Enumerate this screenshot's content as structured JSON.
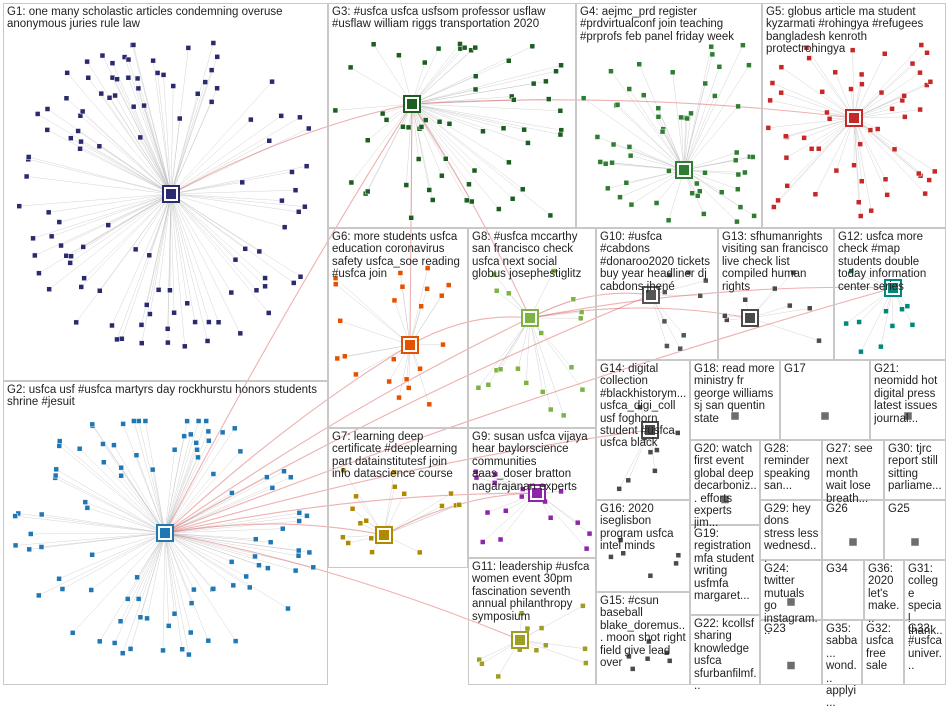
{
  "graph_title": "",
  "groups": [
    {
      "id": "G1",
      "label": "G1: one many scholastic articles condemning overuse anonymous juries rule law"
    },
    {
      "id": "G2",
      "label": "G2: usfca usf #usfca martyrs day rockhurstu honors students shrine #jesuit"
    },
    {
      "id": "G3",
      "label": "G3: #usfca usfca usfsom professor usflaw #usflaw william riggs transportation 2020"
    },
    {
      "id": "G4",
      "label": "G4: aejmc_prd register #prdvirtualconf join teaching #prprofs feb panel friday week"
    },
    {
      "id": "G5",
      "label": "G5: globus article ma student kyzarmati #rohingya #refugees bangladesh kenroth protectrohingya"
    },
    {
      "id": "G6",
      "label": "G6: more students usfca education coronavirus safety usfca_soe reading #usfca join"
    },
    {
      "id": "G7",
      "label": "G7: learning deep certificate #deeplearning part datainstitutesf join info datascience course"
    },
    {
      "id": "G8",
      "label": "G8: #usfca mccarthy san francisco check usfca next social globus josephestiglitz"
    },
    {
      "id": "G9",
      "label": "G9: susan usfca vijaya hear baylorscience communities aaas_doser bratton nagarajanan experts"
    },
    {
      "id": "G10",
      "label": "G10: #usfca #cabdons #donaroo2020 tickets buy year headliner dj cabdons jhené"
    },
    {
      "id": "G11",
      "label": "G11: leadership #usfca women event 30pm fascination seventh annual philanthropy symposium"
    },
    {
      "id": "G12",
      "label": "G12: usfca more check #map students double today information center series"
    },
    {
      "id": "G13",
      "label": "G13: sfhumanrights visiting san francisco live check list compiled human rights"
    },
    {
      "id": "G14",
      "label": "G14: digital collection #blackhistorym... usfca_digi_coll usf foghorn student #usfca usfca black"
    },
    {
      "id": "G15",
      "label": "G15: #csun baseball blake_doremus... moon shot right field give lead over"
    },
    {
      "id": "G16",
      "label": "G16: 2020 iseglisbon program usfca intel minds"
    },
    {
      "id": "G17",
      "label": "G17"
    },
    {
      "id": "G18",
      "label": "G18: read more ministry fr george williams sj san quentin state"
    },
    {
      "id": "G19",
      "label": "G19: registration mfa student writing usfmfa margaret..."
    },
    {
      "id": "G20",
      "label": "G20: watch first event global deep decarboniz... efforts experts jim..."
    },
    {
      "id": "G21",
      "label": "G21: neomidd hot digital press latest issues journal..."
    },
    {
      "id": "G22",
      "label": "G22: kcollsf sharing knowledge usfca sfurbanfilmf..."
    },
    {
      "id": "G23",
      "label": "G23"
    },
    {
      "id": "G24",
      "label": "G24: twitter mutuals go instagram..."
    },
    {
      "id": "G25",
      "label": "G25"
    },
    {
      "id": "G26",
      "label": "G26"
    },
    {
      "id": "G27",
      "label": "G27: see next month wait lose breath..."
    },
    {
      "id": "G28",
      "label": "G28: reminder speaking san..."
    },
    {
      "id": "G29",
      "label": "G29: hey dons stress less wednesd..."
    },
    {
      "id": "G30",
      "label": "G30: tjrc report still sitting parliame..."
    },
    {
      "id": "G31",
      "label": "G31: college special thank..."
    },
    {
      "id": "G32",
      "label": "G32: usfca free sale"
    },
    {
      "id": "G33",
      "label": "G33: #usfca univer..."
    },
    {
      "id": "G34",
      "label": "G34"
    },
    {
      "id": "G35",
      "label": "G35: sabba... wond... applyi..."
    },
    {
      "id": "G36",
      "label": "G36: 2020 let's make..."
    }
  ],
  "colors": {
    "box_border": "#c8c8c8",
    "edge_intergroup": "#d9534f",
    "edge_intragroup": "#b0b0b0",
    "label_text": "#222222",
    "G1": "#2a2a6e",
    "G2": "#1f77b4",
    "G3": "#1b5e20",
    "G4": "#2e7d32",
    "G5": "#c62828",
    "G6": "#e65100",
    "G7": "#b08900",
    "G8": "#7cb342",
    "G9": "#8e24aa",
    "G10": "#555555",
    "G11": "#9e9d24",
    "G12": "#00897b"
  }
}
